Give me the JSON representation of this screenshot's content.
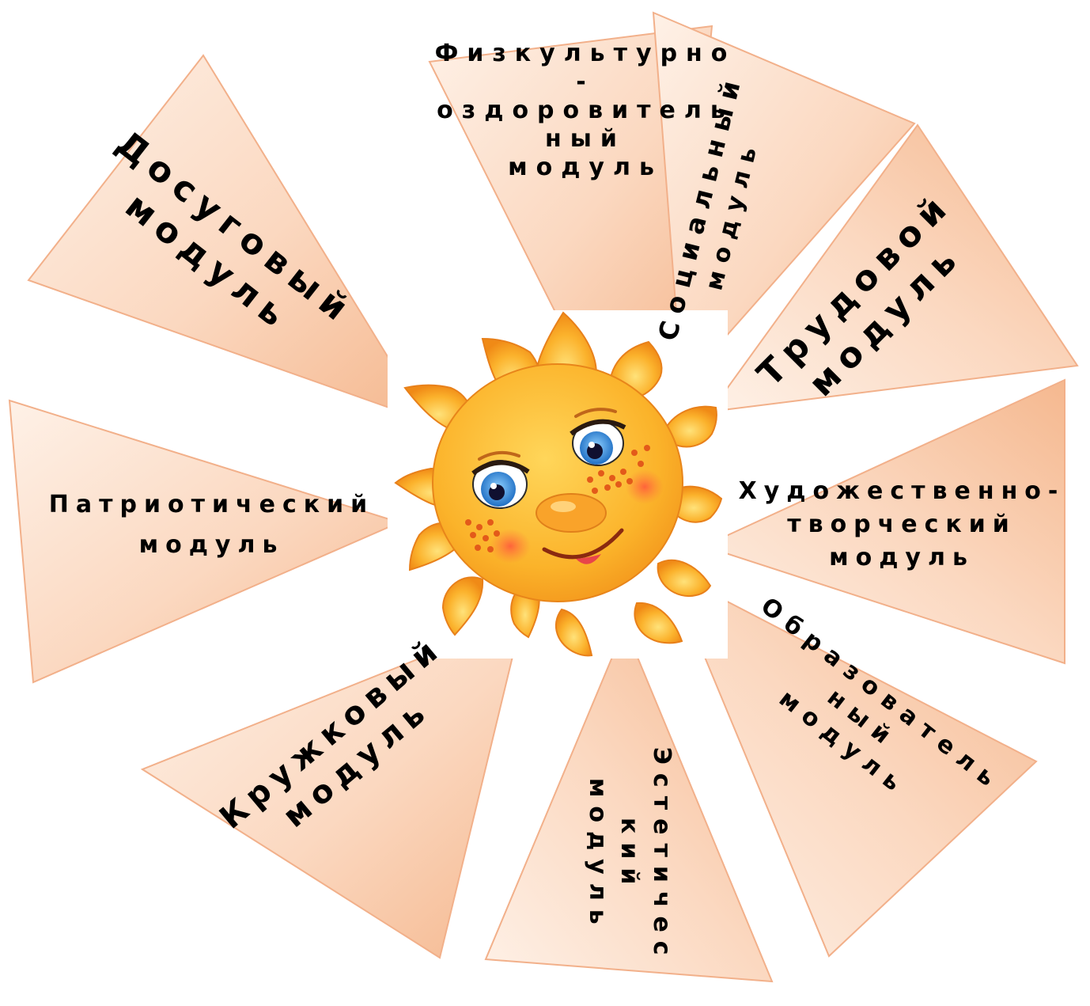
{
  "colors": {
    "ray_light": "#fde6d6",
    "ray_dark": "#f6ba93",
    "ray_border": "#f2b08a",
    "sun_petal": "#f9a92a",
    "sun_face": "#fbb82c",
    "text": "#000000"
  },
  "center": {
    "name": "sun-face-icon"
  },
  "modules": [
    {
      "id": "dosugovyi",
      "lines": [
        "Досуговый",
        "модуль"
      ]
    },
    {
      "id": "fizkultura",
      "lines": [
        "Физкультурно",
        "-",
        "оздоровитель",
        "ный",
        "модуль"
      ]
    },
    {
      "id": "socialnyi",
      "lines": [
        "Социальный",
        "модуль"
      ]
    },
    {
      "id": "trudovoi",
      "lines": [
        "Трудовой",
        "модуль"
      ]
    },
    {
      "id": "hudozhestvenno",
      "lines": [
        "Художественно-",
        "творческий",
        "модуль"
      ]
    },
    {
      "id": "obrazovatelnyi",
      "lines": [
        "Образователь",
        "ный",
        "модуль"
      ]
    },
    {
      "id": "esteticheskii",
      "lines": [
        "Эстетичес",
        "кий",
        "модуль"
      ]
    },
    {
      "id": "kruzhkovyi",
      "lines": [
        "Кружковый",
        "модуль"
      ]
    },
    {
      "id": "patrioticheskii",
      "lines": [
        "Патриотический",
        "модуль"
      ]
    }
  ]
}
